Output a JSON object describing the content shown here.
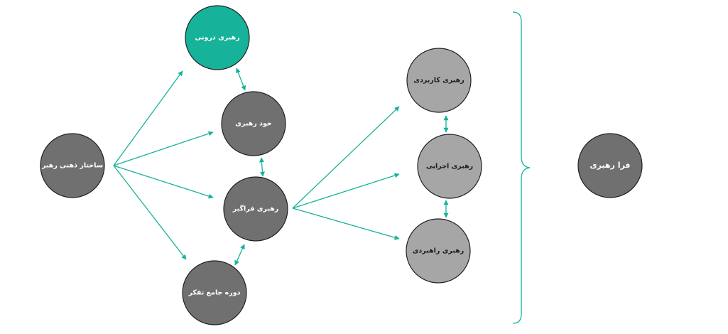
{
  "colors": {
    "accent": "#16b29a",
    "node_dark": "#707070",
    "node_light": "#a6a6a6",
    "node_stroke": "#202020",
    "text_on_dark": "#ffffff",
    "text_on_light": "#1a1a1a"
  },
  "nodes": {
    "mental_structure": "ساختار ذهنی رهبر",
    "inner_leadership": "رهبری درونی",
    "self_leadership": "خود رهبری",
    "comprehensive_leadership": "رهبری فراگیر",
    "thinking_course": "دوره جامع تفکر",
    "applied_leadership": "رهبری کاربردی",
    "executive_leadership": "رهبری اجرایی",
    "strategic_leadership": "رهبری راهبردی",
    "meta_leadership": "فرا رهبری"
  }
}
